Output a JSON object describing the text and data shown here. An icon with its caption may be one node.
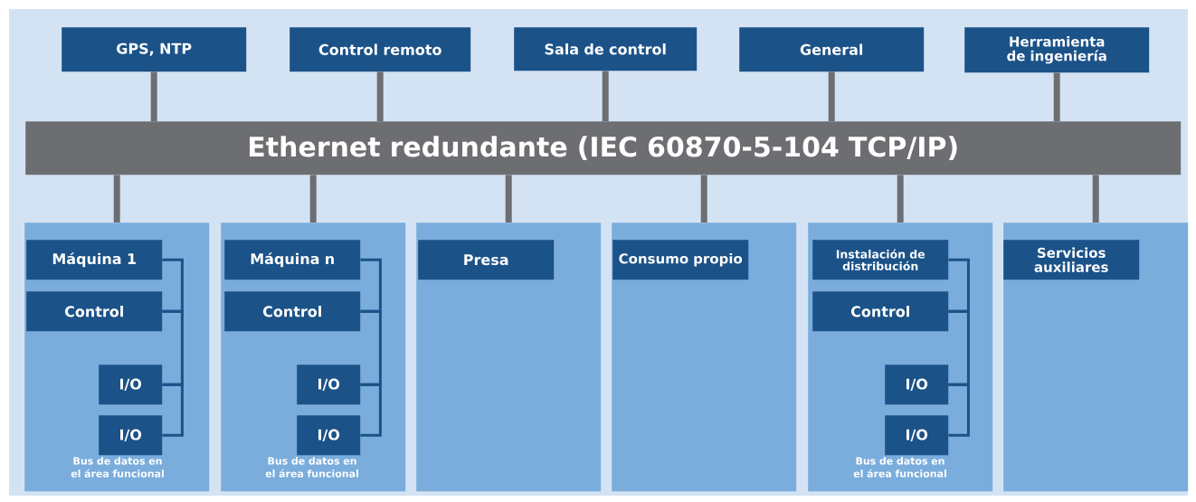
{
  "diagram": {
    "nodes": [
      {
        "text": [
          "GPS, NTP"
        ]
      },
      {
        "text": [
          "Control remoto"
        ]
      },
      {
        "text": [
          "Sala de control"
        ]
      },
      {
        "text": [
          "General"
        ]
      },
      {
        "text": [
          "Herramienta de ingeniería"
        ]
      },
      {
        "text": [
          "Ethernet redundante (IEC 60870-5-104 TCP/IP)"
        ]
      },
      {
        "text": [],
        "shape": "box"
      },
      {
        "text": [],
        "shape": "box"
      },
      {
        "text": [],
        "shape": "box"
      },
      {
        "text": [],
        "shape": "box"
      },
      {
        "text": [],
        "shape": "box"
      },
      {
        "text": [],
        "shape": "box"
      },
      {
        "text": [
          "Máquina 1"
        ],
        "in": 6
      },
      {
        "text": [
          "Control"
        ],
        "in": 6
      },
      {
        "text": [
          "I/O"
        ],
        "in": 6
      },
      {
        "text": [
          "I/O"
        ],
        "in": 6
      },
      {
        "text": [
          "Máquina n"
        ],
        "in": 7
      },
      {
        "text": [
          "Control"
        ],
        "in": 7
      },
      {
        "text": [
          "I/O"
        ],
        "in": 7
      },
      {
        "text": [
          "I/O"
        ],
        "in": 7
      },
      {
        "text": [
          "Presa"
        ],
        "in": 8
      },
      {
        "text": [
          "Consumo propio"
        ],
        "in": 9
      },
      {
        "text": [
          "Instalación de distribución"
        ],
        "in": 10
      },
      {
        "text": [
          "Control"
        ],
        "in": 10
      },
      {
        "text": [
          "I/O"
        ],
        "in": 10
      },
      {
        "text": [
          "I/O"
        ],
        "in": 10
      },
      {
        "text": [
          "Servicios auxiliares"
        ],
        "in": 11
      }
    ],
    "edges": [
      {
        "from": 0,
        "to": 5,
        "arrow": "none"
      },
      {
        "from": 1,
        "to": 5,
        "arrow": "none"
      },
      {
        "from": 2,
        "to": 5,
        "arrow": "none"
      },
      {
        "from": 3,
        "to": 5,
        "arrow": "none"
      },
      {
        "from": 4,
        "to": 5,
        "arrow": "none"
      },
      {
        "from": 5,
        "to": 6,
        "arrow": "none"
      },
      {
        "from": 5,
        "to": 7,
        "arrow": "none"
      },
      {
        "from": 5,
        "to": 8,
        "arrow": "none"
      },
      {
        "from": 5,
        "to": 9,
        "arrow": "none"
      },
      {
        "from": 5,
        "to": 10,
        "arrow": "none"
      },
      {
        "from": 5,
        "to": 11,
        "arrow": "none"
      },
      {
        "from": 12,
        "to": 13,
        "arrow": "none",
        "color": "#1b5288"
      },
      {
        "from": 13,
        "to": 14,
        "arrow": "none",
        "color": "#1b5288"
      },
      {
        "from": 14,
        "to": 15,
        "arrow": "none",
        "color": "#1b5288"
      },
      {
        "from": 16,
        "to": 17,
        "arrow": "none",
        "color": "#1b5288"
      },
      {
        "from": 17,
        "to": 18,
        "arrow": "none",
        "color": "#1b5288"
      },
      {
        "from": 18,
        "to": 19,
        "arrow": "none",
        "color": "#1b5288"
      },
      {
        "from": 22,
        "to": 23,
        "arrow": "none",
        "color": "#1b5288"
      },
      {
        "from": 23,
        "to": 24,
        "arrow": "none",
        "color": "#1b5288"
      },
      {
        "from": 24,
        "to": 25,
        "arrow": "none",
        "color": "#1b5288"
      }
    ],
    "labels": [
      "Bus de datos en el área funcional",
      "Bus de datos en el área funcional",
      "Bus de datos en el área funcional"
    ]
  }
}
